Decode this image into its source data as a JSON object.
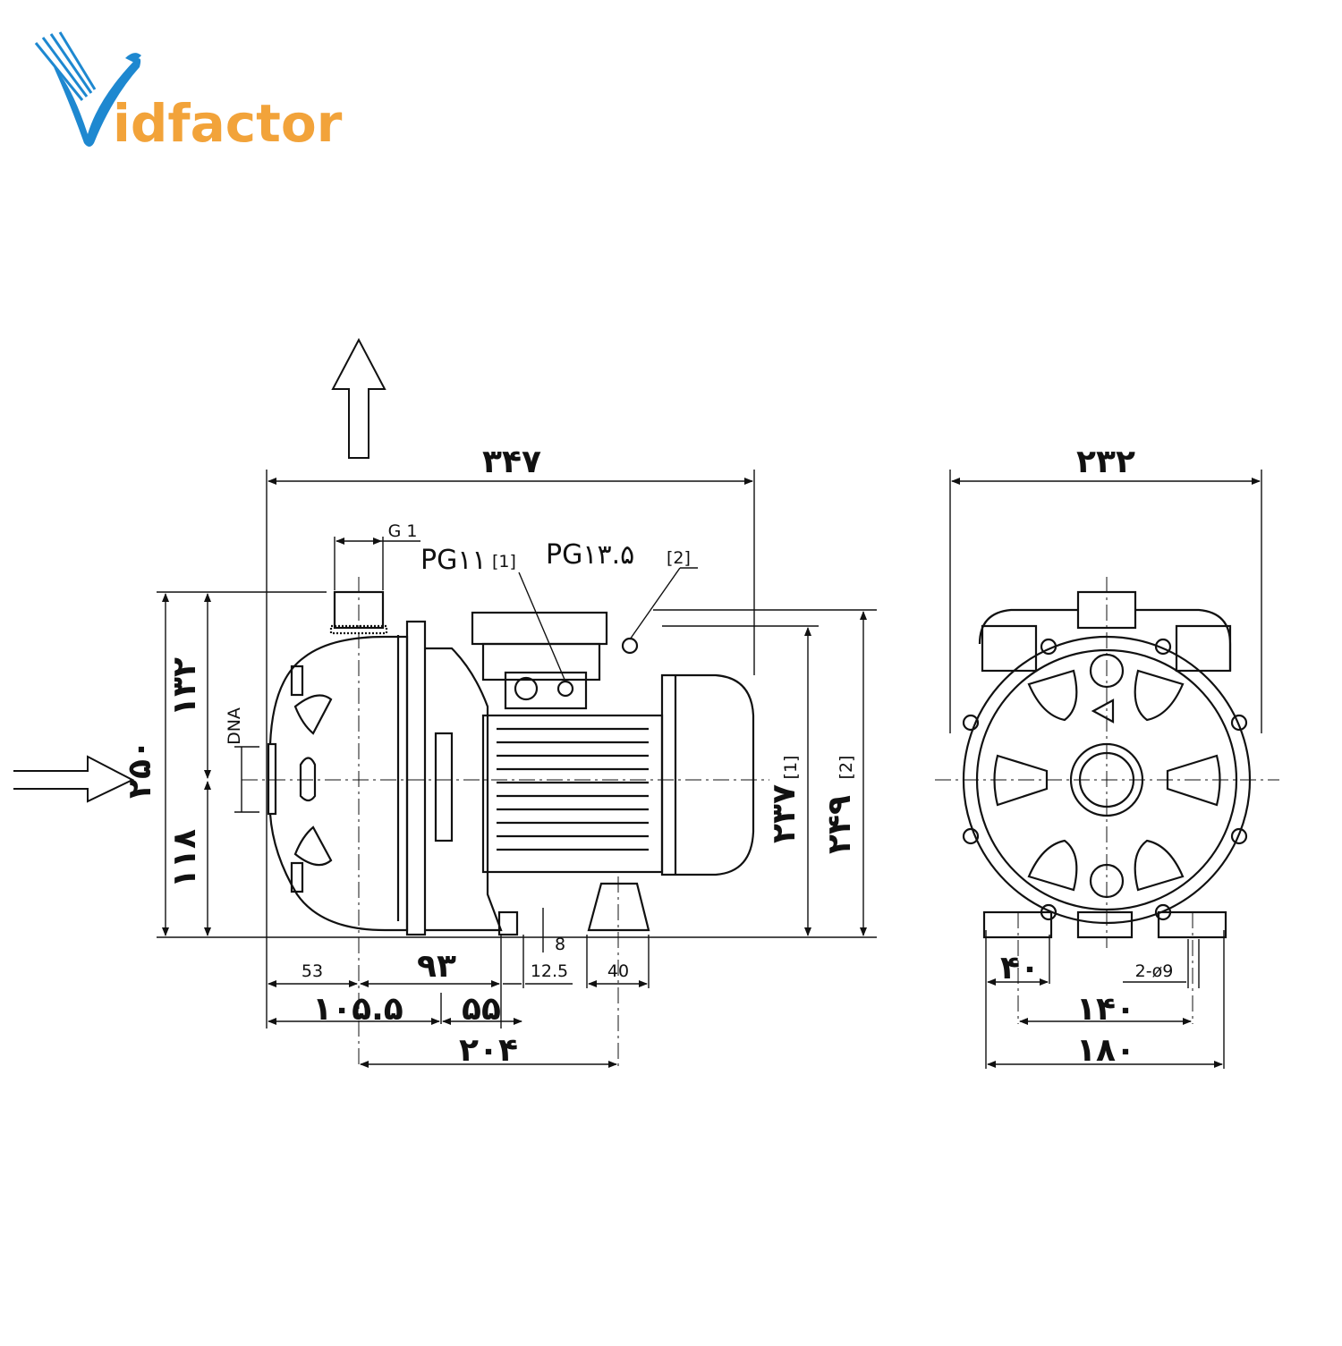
{
  "brand": {
    "name": "idfactor",
    "logo_letter": "V",
    "colors": {
      "blue": "#1e88d0",
      "orange": "#f2a33a"
    }
  },
  "labels": {
    "pg11": "PG۱۱",
    "pg11_ref": "[1]",
    "pg135": "PG۱۳.۵",
    "pg135_ref": "[2]",
    "g1": "G 1",
    "dna": "DNA",
    "ref1": "[1]",
    "ref2": "[2]",
    "holes": "2-ø9"
  },
  "dimensions": {
    "overall_length": "۳۴۷",
    "overall_width": "۲۳۲",
    "height_total": "۲۵۰",
    "height_upper": "۱۳۲",
    "height_lower": "۱۱۸",
    "height_237": "۲۳۷",
    "height_249": "۲۴۹",
    "d53": "53",
    "d93": "۹۳",
    "d12_5": "12.5",
    "d40a": "40",
    "d8": "8",
    "d105_5": "۱۰۵.۵",
    "d55": "۵۵",
    "d204": "۲۰۴",
    "d40b": "۴۰",
    "d140": "۱۴۰",
    "d180": "۱۸۰"
  }
}
